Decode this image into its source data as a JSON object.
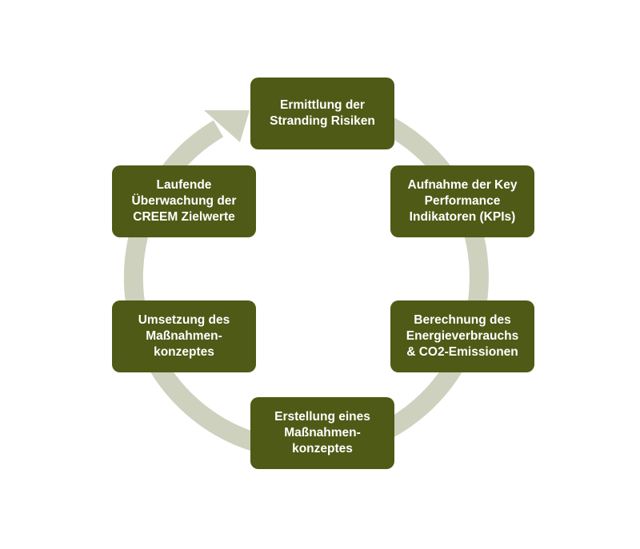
{
  "diagram": {
    "colors": {
      "node_fill": "#4e5a16",
      "node_text": "#ffffff",
      "cycle_arrow": "#cdd1bd"
    },
    "cycle_direction": "clockwise",
    "nodes": [
      {
        "label": "Ermittlung der Stranding Risiken",
        "lines": [
          "Ermittlung der",
          "Stranding Risiken"
        ]
      },
      {
        "label": "Aufnahme der Key Performance Indikatoren (KPIs)",
        "lines": [
          "Aufnahme der Key",
          "Performance",
          "Indikatoren (KPIs)"
        ]
      },
      {
        "label": "Berechnung des Energieverbrauchs & CO2-Emissionen",
        "lines": [
          "Berechnung des",
          "Energieverbrauchs",
          "& CO2-Emissionen"
        ]
      },
      {
        "label": "Erstellung eines Maßnahmen-konzeptes",
        "lines": [
          "Erstellung eines",
          "Maßnahmen-",
          "konzeptes"
        ]
      },
      {
        "label": "Umsetzung des Maßnahmen-konzeptes",
        "lines": [
          "Umsetzung des",
          "Maßnahmen-",
          "konzeptes"
        ]
      },
      {
        "label": "Laufende Überwachung der CREEM Zielwerte",
        "lines": [
          "Laufende",
          "Überwachung der",
          "CREEM Zielwerte"
        ]
      }
    ]
  }
}
